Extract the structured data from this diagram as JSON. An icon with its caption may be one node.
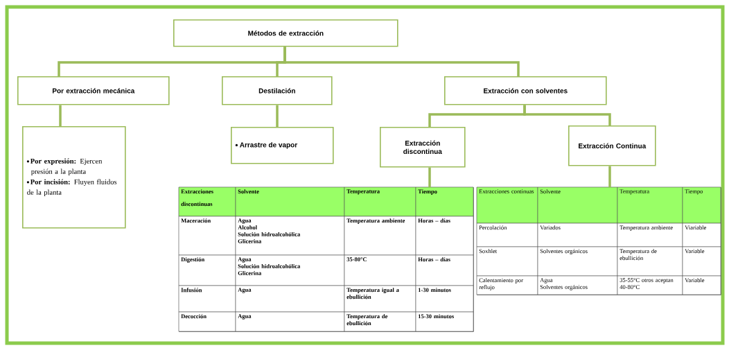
{
  "diagram": {
    "nodes": [
      {
        "text": [
          "Métodos de extracción"
        ]
      },
      {
        "text": [
          "Por extracción mecánica"
        ]
      },
      {
        "text": [
          "Destilación"
        ]
      },
      {
        "text": [
          "Extracción con solventes"
        ]
      },
      {
        "text": [
          "**Por expresión:** Ejercen presión a la planta",
          "**Por incisión:** Fluyen fluidos de la planta"
        ]
      },
      {
        "text": [
          "Arrastre de vapor"
        ]
      },
      {
        "text": [
          "Extracción discontinua"
        ]
      },
      {
        "text": [
          "Extracción Continua"
        ]
      },
      {
        "text": [],
        "shape": "box"
      },
      {
        "text": [
          "Extracciones discontinuas"
        ],
        "in": 8
      },
      {
        "text": [
          "Solvente"
        ],
        "in": 8
      },
      {
        "text": [
          "Temperatura"
        ],
        "in": 8
      },
      {
        "text": [
          "Tiempo"
        ],
        "in": 8
      },
      {
        "text": [
          "Maceración"
        ],
        "in": 8
      },
      {
        "text": [
          "Agua",
          "Alcohol",
          "Solución hidroalcohólica",
          "Glicerina"
        ],
        "in": 8
      },
      {
        "text": [
          "Temperatura ambiente"
        ],
        "in": 8
      },
      {
        "text": [
          "Horas – días"
        ],
        "in": 8
      },
      {
        "text": [
          "Digestión"
        ],
        "in": 8
      },
      {
        "text": [
          "Agua",
          "Solución hidroalcohólica",
          "Glicerina"
        ],
        "in": 8
      },
      {
        "text": [
          "35-80°C"
        ],
        "in": 8
      },
      {
        "text": [
          "Horas – días"
        ],
        "in": 8
      },
      {
        "text": [
          "Infusión"
        ],
        "in": 8
      },
      {
        "text": [
          "Agua"
        ],
        "in": 8
      },
      {
        "text": [
          "Temperatura igual a ebullición"
        ],
        "in": 8
      },
      {
        "text": [
          "1-30 minutos"
        ],
        "in": 8
      },
      {
        "text": [
          "Decocción"
        ],
        "in": 8
      },
      {
        "text": [
          "Agua"
        ],
        "in": 8
      },
      {
        "text": [
          "Temperatura de ebullición"
        ],
        "in": 8
      },
      {
        "text": [
          "15-30 minutos"
        ],
        "in": 8
      },
      {
        "text": [],
        "shape": "box"
      },
      {
        "text": [
          "Extracciones continuas"
        ],
        "in": 29
      },
      {
        "text": [
          "Solvente"
        ],
        "in": 29
      },
      {
        "text": [
          "Temperatura"
        ],
        "in": 29
      },
      {
        "text": [
          "Tiempo"
        ],
        "in": 29
      },
      {
        "text": [
          "Percolación"
        ],
        "in": 29
      },
      {
        "text": [
          "Variados"
        ],
        "in": 29
      },
      {
        "text": [
          "Temperatura ambiente"
        ],
        "in": 29
      },
      {
        "text": [
          "Viariable"
        ],
        "in": 29
      },
      {
        "text": [
          "Soxhlet"
        ],
        "in": 29
      },
      {
        "text": [
          "Solventes orgánicos"
        ],
        "in": 29
      },
      {
        "text": [
          "Temperatura de ebullición"
        ],
        "in": 29
      },
      {
        "text": [
          "Variable"
        ],
        "in": 29
      },
      {
        "text": [
          "Calentamiento por reflujo"
        ],
        "in": 29
      },
      {
        "text": [
          "Agua",
          "Solventes orgánicos"
        ],
        "in": 29
      },
      {
        "text": [
          "35-55°C otros aceptan 40-80°C"
        ],
        "in": 29
      },
      {
        "text": [
          "Variable"
        ],
        "in": 29
      }
    ],
    "edges": [
      {
        "from": 0,
        "to": 1,
        "arrow": "none"
      },
      {
        "from": 0,
        "to": 2,
        "arrow": "none"
      },
      {
        "from": 0,
        "to": 3,
        "arrow": "none"
      },
      {
        "from": 1,
        "to": 4,
        "arrow": "none"
      },
      {
        "from": 2,
        "to": 5,
        "arrow": "none"
      },
      {
        "from": 3,
        "to": 6,
        "arrow": "none"
      },
      {
        "from": 3,
        "to": 7,
        "arrow": "none"
      },
      {
        "from": 6,
        "to": 8,
        "arrow": "none"
      },
      {
        "from": 7,
        "to": 29,
        "arrow": "none"
      }
    ]
  }
}
